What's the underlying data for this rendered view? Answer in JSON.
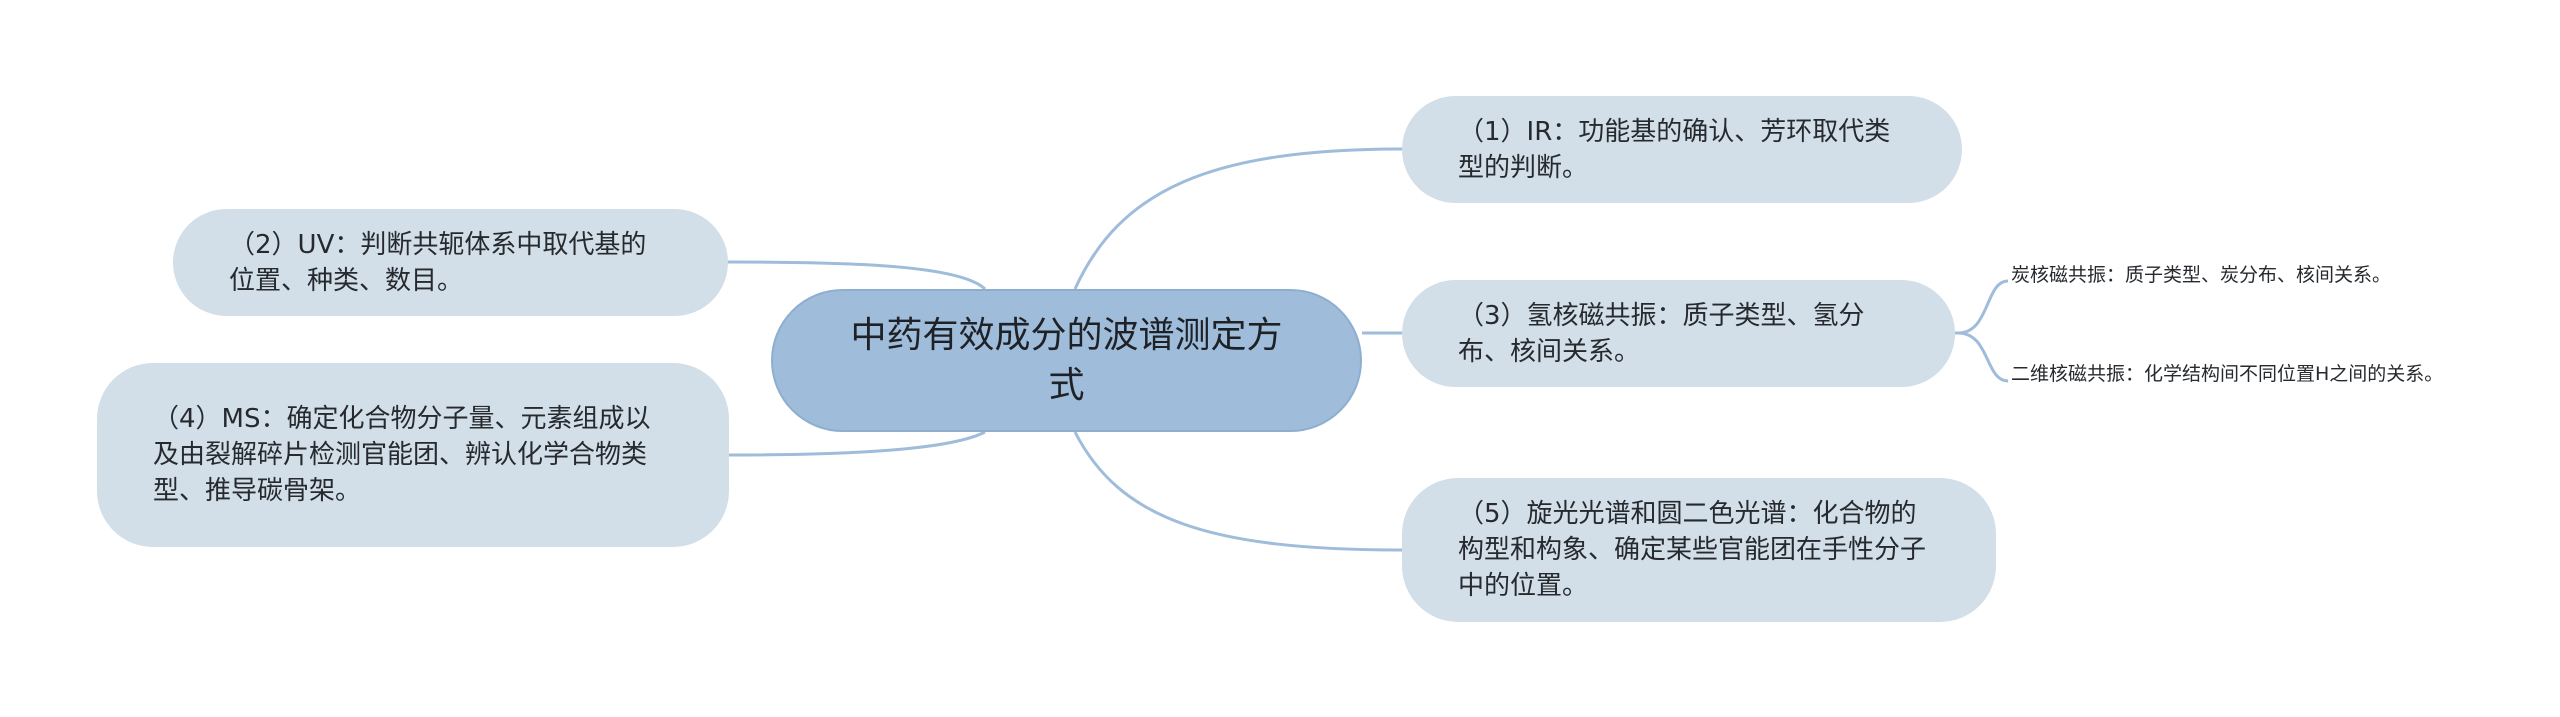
{
  "mindmap": {
    "root": "中药有效成分的波谱测定方式",
    "topics": {
      "ir": "（1）IR：功能基的确认、芳环取代类型的判断。",
      "uv": "（2）UV：判断共轭体系中取代基的位置、种类、数目。",
      "nmr": "（3）氢核磁共振：质子类型、氢分布、核间关系。",
      "ms": "（4）MS：确定化合物分子量、元素组成以及由裂解碎片检测官能团、辨认化学合物类型、推导碳骨架。",
      "cd": "（5）旋光光谱和圆二色光谱：化合物的构型和构象、确定某些官能团在手性分子中的位置。"
    },
    "nmr_children": {
      "c13": "炭核磁共振：质子类型、炭分布、核间关系。",
      "twod": "二维核磁共振：化学结构间不同位置H之间的关系。"
    }
  },
  "colors": {
    "root_fill": "#9fbcda",
    "topic_fill": "#d2dee8",
    "connector": "#9fbcda"
  }
}
